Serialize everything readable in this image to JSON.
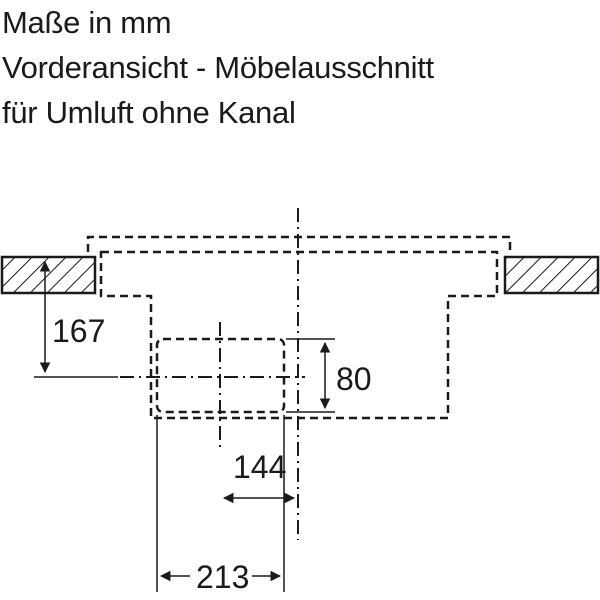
{
  "title_lines": [
    "Maße in mm",
    "Vorderansicht - Möbelausschnitt",
    "für Umluft ohne Kanal"
  ],
  "dimensions": {
    "left_height": "167",
    "duct_height": "80",
    "center_offset": "144",
    "duct_width": "213"
  },
  "colors": {
    "line": "#1a1a1a",
    "duct_fill": "#e9e9e9",
    "background": "#ffffff"
  }
}
